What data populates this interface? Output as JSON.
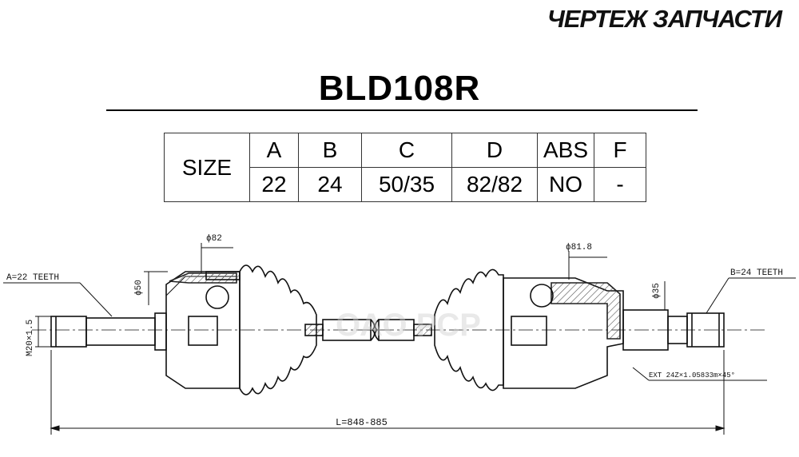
{
  "header": {
    "title": "ЧЕРТЕЖ ЗАПЧАСТИ"
  },
  "part": {
    "number": "BLD108R"
  },
  "spec_table": {
    "row_label": "SIZE",
    "columns": [
      "A",
      "B",
      "C",
      "D",
      "ABS",
      "F"
    ],
    "values": [
      "22",
      "24",
      "50/35",
      "82/82",
      "NO",
      "-"
    ]
  },
  "drawing": {
    "label_a_teeth": "A=22 TEETH",
    "label_b_teeth": "B=24 TEETH",
    "dim_phi82": "ϕ82",
    "dim_phi50": "ϕ50",
    "dim_phi81_8": "ϕ81.8",
    "dim_phi35": "ϕ35",
    "dim_m20": "M20×1.5",
    "dim_length": "L=848-885",
    "dim_thread": "EXT 24Z×1.05833m×45°",
    "watermark": "ОАО РСР"
  }
}
